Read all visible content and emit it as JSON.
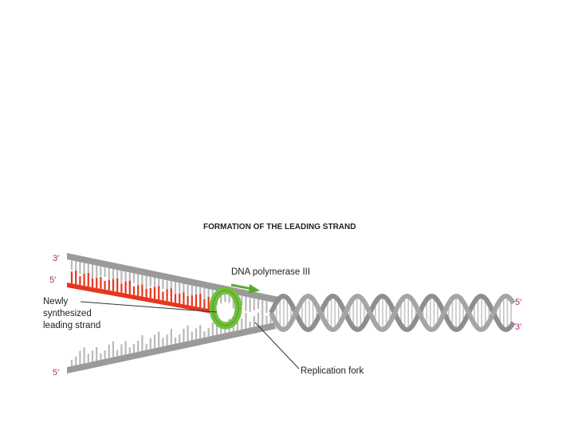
{
  "diagram": {
    "title": "FORMATION OF THE LEADING STRAND",
    "labels": {
      "enzyme": "DNA polymerase III",
      "new_strand_line1": "Newly",
      "new_strand_line2": "synthesized",
      "new_strand_line3": "leading strand",
      "fork": "Replication fork"
    },
    "ends": {
      "top_left_3": "3′",
      "top_left_5": "5′",
      "bottom_left_5": "5′",
      "right_top_5": "5′",
      "right_bottom_3": "3′"
    },
    "colors": {
      "backbone": "#9a9a9a",
      "base": "#b9b9b9",
      "new_strand": "#e8351e",
      "polymerase": "#72bf3d",
      "arrow": "#5aa832",
      "end_label": "#b0247a",
      "leader_line": "#333333"
    }
  }
}
